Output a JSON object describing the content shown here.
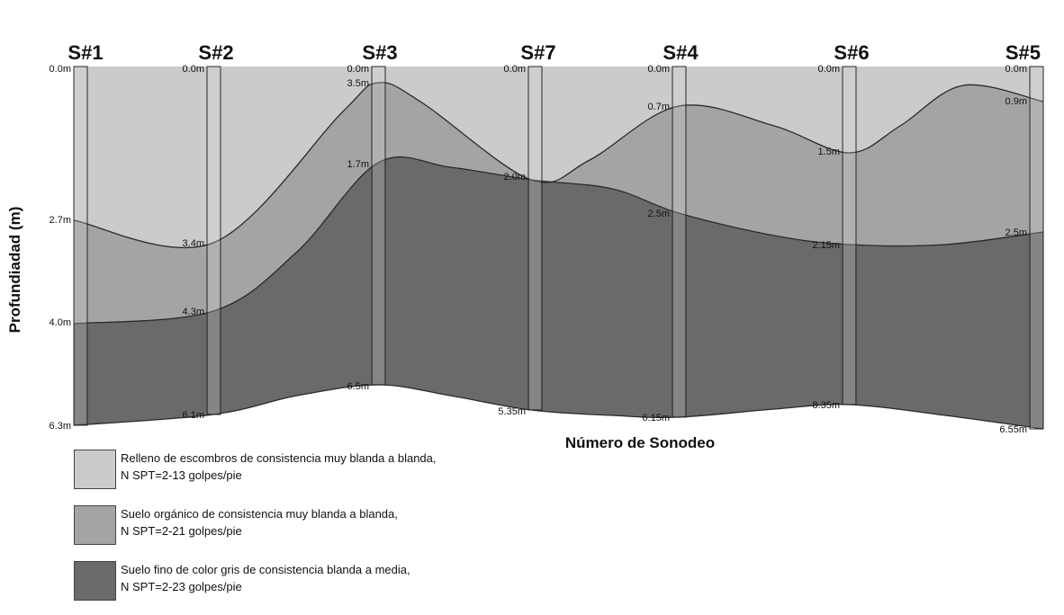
{
  "diagram": {
    "y_axis_label": "Profundiadad (m)",
    "x_axis_label": "Número de Sonodeo"
  },
  "colors": {
    "fill_layer": "#cbcbcb",
    "organic_layer": "#a4a4a4",
    "fine_layer": "#6a6a6a",
    "borehole": "#d8d8d8",
    "line": "#2a2a2a"
  },
  "boreholes": [
    {
      "name": "S#1",
      "labels": [
        "0.0m",
        "2.7m",
        "4.0m",
        "6.3m"
      ]
    },
    {
      "name": "S#2",
      "labels": [
        "0.0m",
        "3.4m",
        "4.3m",
        "6.1m"
      ]
    },
    {
      "name": "S#3",
      "labels": [
        "0.0m",
        "3.5m",
        "1.7m",
        "6.5m"
      ]
    },
    {
      "name": "S#7",
      "labels": [
        "0.0m",
        "2.0m",
        "5.35m"
      ]
    },
    {
      "name": "S#4",
      "labels": [
        "0.0m",
        "0.7m",
        "2.5m",
        "6.15m"
      ]
    },
    {
      "name": "S#6",
      "labels": [
        "0.0m",
        "1.5m",
        "2.15m",
        "8.35m"
      ]
    },
    {
      "name": "S#5",
      "labels": [
        "0.0m",
        "0.9m",
        "2.5m",
        "6.55m"
      ]
    }
  ],
  "legend": [
    {
      "line1": "Relleno de escombros de consistencia muy blanda a blanda,",
      "line2": "N SPT=2-13 golpes/pie"
    },
    {
      "line1": "Suelo orgánico de consistencia muy blanda a blanda,",
      "line2": "N SPT=2-21 golpes/pie"
    },
    {
      "line1": "Suelo fino de color gris de consistencia blanda a media,",
      "line2": "N SPT=2-23 golpes/pie"
    }
  ]
}
